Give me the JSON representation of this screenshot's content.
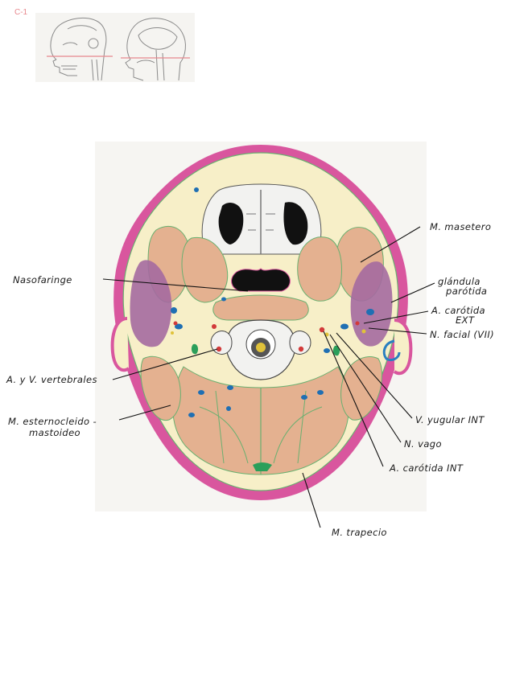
{
  "page_label": "C-1",
  "labels": {
    "nasofaringe": "Nasofaringe",
    "vertebrales": "A. y V. vertebrales",
    "esternocleido_1": "M. esternocleido -",
    "esternocleido_2": "mastoideo",
    "masetero": "M. masetero",
    "glandula_1": "glándula",
    "glandula_2": "parótida",
    "carotida_ext_1": "A. carótida",
    "carotida_ext_2": "EXT",
    "facial": "N. facial (VII)",
    "yugular": "V. yugular INT",
    "vago": "N. vago",
    "carotida_int": "A. carótida INT",
    "trapecio": "M. trapecio"
  },
  "colors": {
    "skin": "#d9569e",
    "fat": "#f7efc8",
    "muscle": "#e4b190",
    "parotid": "#a46aa0",
    "vein": "#1f6fb3",
    "artery": "#d23a3a",
    "nerve": "#e0c23a",
    "fascia": "#6ab070",
    "bone": "#f2f2f0",
    "airway": "#111111",
    "accent": "#e8888e"
  }
}
